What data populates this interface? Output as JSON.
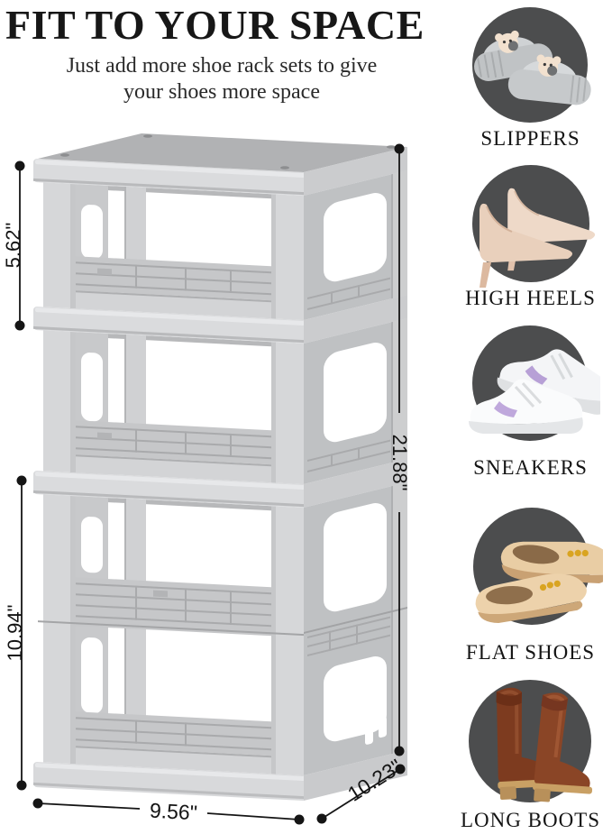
{
  "header": {
    "title": "FIT TO YOUR SPACE",
    "subtitle_line1": "Just add more shoe rack sets to give",
    "subtitle_line2": "your shoes more space"
  },
  "rack_diagram": {
    "dim_top_tier_height": "5.62\"",
    "dim_total_height": "21.88\"",
    "dim_boot_tier_height": "10.94\"",
    "dim_width": "9.56\"",
    "dim_depth": "10.23\""
  },
  "categories": [
    {
      "label": "SLIPPERS",
      "icon": "slippers-icon"
    },
    {
      "label": "HIGH HEELS",
      "icon": "high-heels-icon"
    },
    {
      "label": "SNEAKERS",
      "icon": "sneakers-icon"
    },
    {
      "label": "FLAT SHOES",
      "icon": "flat-shoes-icon"
    },
    {
      "label": "LONG BOOTS",
      "icon": "long-boots-icon"
    }
  ],
  "colors": {
    "background": "#ffffff",
    "text": "#171717",
    "category_circle": "#4c4d4e",
    "rack_front": "#d8d9db",
    "rack_side": "#bfc1c3",
    "rack_top": "#b1b2b4",
    "dimension_line": "#151515"
  }
}
